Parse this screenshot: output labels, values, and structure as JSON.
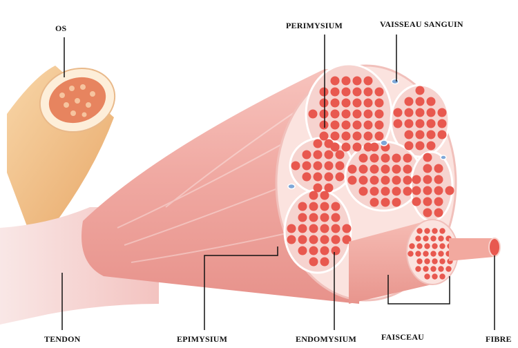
{
  "labels": {
    "os": "OS",
    "perimysium": "PERIMYSIUM",
    "vaisseau_sanguin": "VAISSEAU SANGUIN",
    "tendon": "TENDON",
    "epimysium": "EPIMYSIUM",
    "endomysium": "ENDOMYSIUM",
    "faisceau": "FAISCEAU",
    "fibre": "FIBRE"
  },
  "colors": {
    "muscle": "#f0a9a2",
    "muscle_dark": "#e48f89",
    "fiber": "#e8584f",
    "sheath": "#fbe3df",
    "bone": "#f4c48e",
    "blood_vessel": "#7ea7d8",
    "leader_line": "#111111"
  }
}
